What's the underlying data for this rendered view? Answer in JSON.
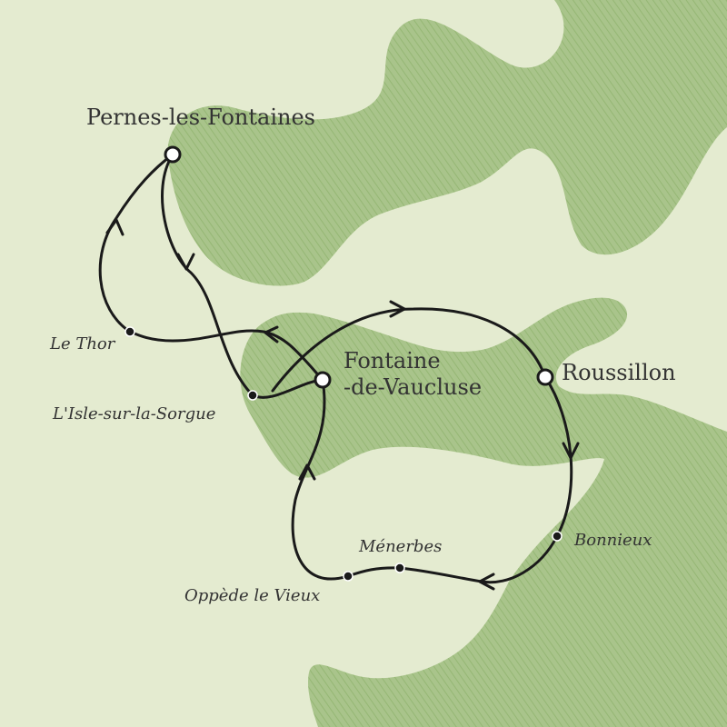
{
  "colors": {
    "background": "#e4ebd0",
    "terrain_fill": "#a9c48b",
    "terrain_hatch": "#95b774",
    "route": "#1a1a1a",
    "town_major_fill": "#ffffff",
    "town_minor_fill": "#1a1a1a",
    "label_text": "#333333"
  },
  "legend": "none",
  "towns": {
    "pernes": {
      "name": "Pernes-les-Fontaines",
      "kind": "major"
    },
    "fontaine_line1": "Fontaine",
    "fontaine_line2": "-de-Vaucluse",
    "roussillon": {
      "name": "Roussillon",
      "kind": "major"
    },
    "bonnieux": {
      "name": "Bonnieux",
      "kind": "minor"
    },
    "menerbes": {
      "name": "Ménerbes",
      "kind": "minor"
    },
    "oppede": {
      "name": "Oppède le Vieux",
      "kind": "minor"
    },
    "lethor": {
      "name": "Le Thor",
      "kind": "minor"
    },
    "isle": {
      "name": "L'Isle-sur-la-Sorgue",
      "kind": "minor"
    }
  }
}
